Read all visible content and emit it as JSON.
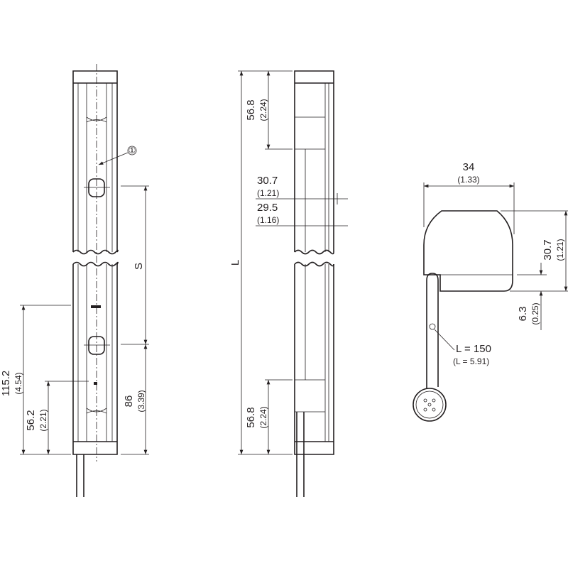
{
  "front_view": {
    "callout": "①",
    "dim_spacing": "S",
    "dim_total": {
      "mm": "115.2",
      "in": "(4.54)"
    },
    "dim_lower": {
      "mm": "56.2",
      "in": "(2.21)"
    },
    "dim_86": {
      "mm": "86",
      "in": "(3.39)"
    }
  },
  "side_view": {
    "dim_length": "L",
    "dim_top": {
      "mm": "56.8",
      "in": "(2.24)"
    },
    "dim_30_7": {
      "mm": "30.7",
      "in": "(1.21)"
    },
    "dim_29_5": {
      "mm": "29.5",
      "in": "(1.16)"
    },
    "dim_bottom": {
      "mm": "56.8",
      "in": "(2.24)"
    }
  },
  "end_view": {
    "dim_width": {
      "mm": "34",
      "in": "(1.33)"
    },
    "dim_height": {
      "mm": "30.7",
      "in": "(1.21)"
    },
    "dim_offset": {
      "mm": "6.3",
      "in": "(0.25)"
    },
    "cable_length": {
      "mm": "L = 150",
      "in": "(L = 5.91)"
    }
  }
}
